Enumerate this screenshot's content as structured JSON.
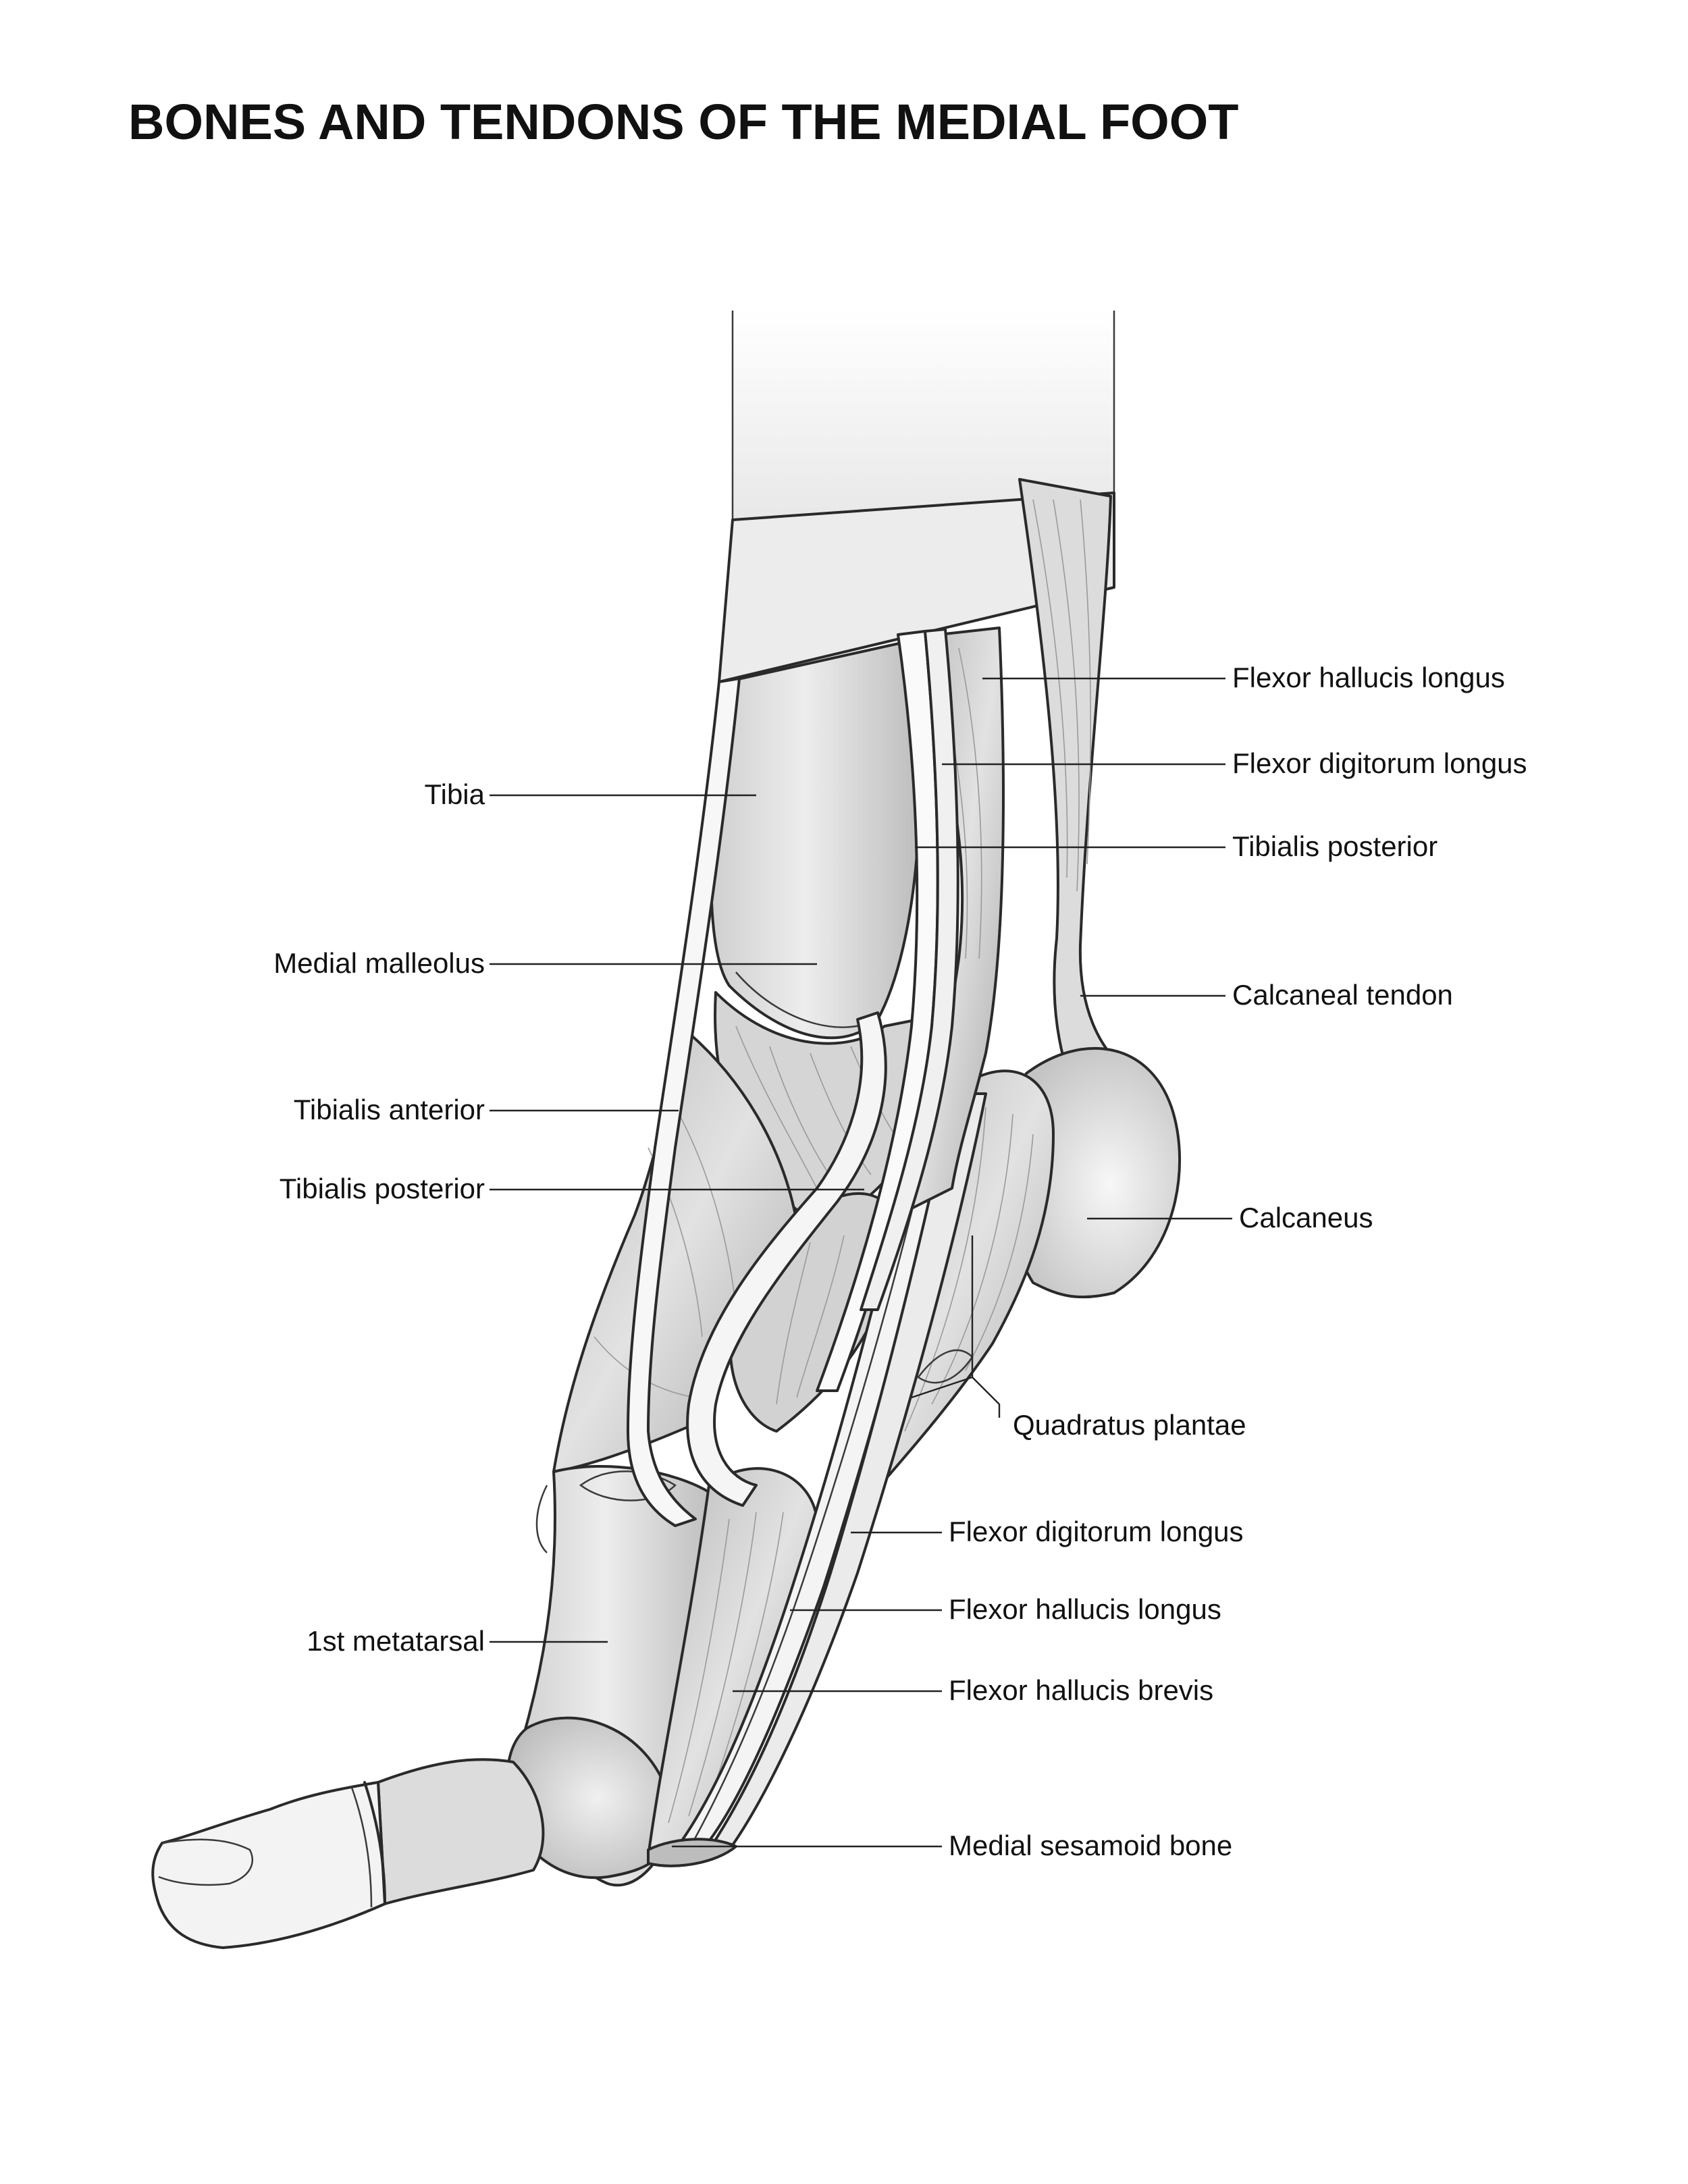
{
  "title": "BONES AND TENDONS OF THE MEDIAL FOOT",
  "colors": {
    "ink": "#111111",
    "bone": "#e6e6e6",
    "tendon": "#f6f6f6",
    "muscle": "#c9c9c9",
    "sleeve": "#f2f2f2"
  },
  "labels": {
    "flexor_hallucis_longus_upper": "Flexor hallucis longus",
    "flexor_digitorum_longus_upper": "Flexor digitorum longus",
    "tibialis_posterior_upper": "Tibialis posterior",
    "calcaneal_tendon": "Calcaneal tendon",
    "calcaneus": "Calcaneus",
    "quadratus_plantae": "Quadratus plantae",
    "flexor_digitorum_longus_lower": "Flexor digitorum longus",
    "flexor_hallucis_longus_lower": "Flexor hallucis longus",
    "flexor_hallucis_brevis": "Flexor hallucis brevis",
    "medial_sesamoid_bone": "Medial sesamoid bone",
    "tibia": "Tibia",
    "medial_malleolus": "Medial malleolus",
    "tibialis_anterior": "Tibialis anterior",
    "tibialis_posterior_left": "Tibialis posterior",
    "first_metatarsal": "1st metatarsal"
  }
}
